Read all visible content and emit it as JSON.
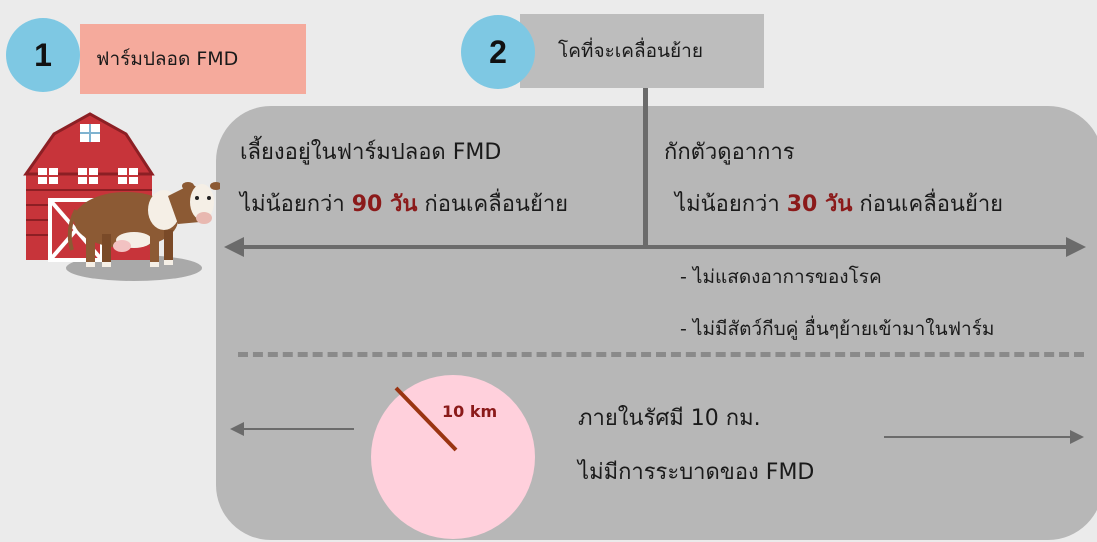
{
  "step1": {
    "number": "1",
    "label": "ฟาร์มปลอด FMD"
  },
  "step2": {
    "number": "2",
    "label": "โคที่จะเคลื่อนย้าย"
  },
  "left_block": {
    "line1": "เลี้ยงอยู่ในฟาร์มปลอด FMD",
    "line2_prefix": "ไม่น้อยกว่า ",
    "line2_highlight": "90 วัน",
    "line2_suffix": " ก่อนเคลื่อนย้าย"
  },
  "right_block": {
    "line1": "กักตัวดูอาการ",
    "line2_prefix": "ไม่น้อยกว่า ",
    "line2_highlight": "30 วัน",
    "line2_suffix": " ก่อนเคลื่อนย้าย"
  },
  "conditions": [
    "- ไม่แสดงอาการของโรค",
    "- ไม่มีสัตว์กีบคู่ อื่นๆย้ายเข้ามาในฟาร์ม"
  ],
  "radius": {
    "label": "10 km",
    "line1": "ภายในรัศมี 10 กม.",
    "line2": "ไม่มีการระบาดของ FMD"
  },
  "colors": {
    "background": "#ebebeb",
    "step1_bg": "#f5aa9c",
    "step2_bg": "#bdbdbd",
    "number_circle": "#7ec8e3",
    "panel": "#b7b7b7",
    "highlight": "#8b1a1a",
    "radius_circle": "#ffd0dc",
    "arrow": "#6b6b6b"
  },
  "icons": [
    "barn-icon",
    "cow-icon"
  ]
}
